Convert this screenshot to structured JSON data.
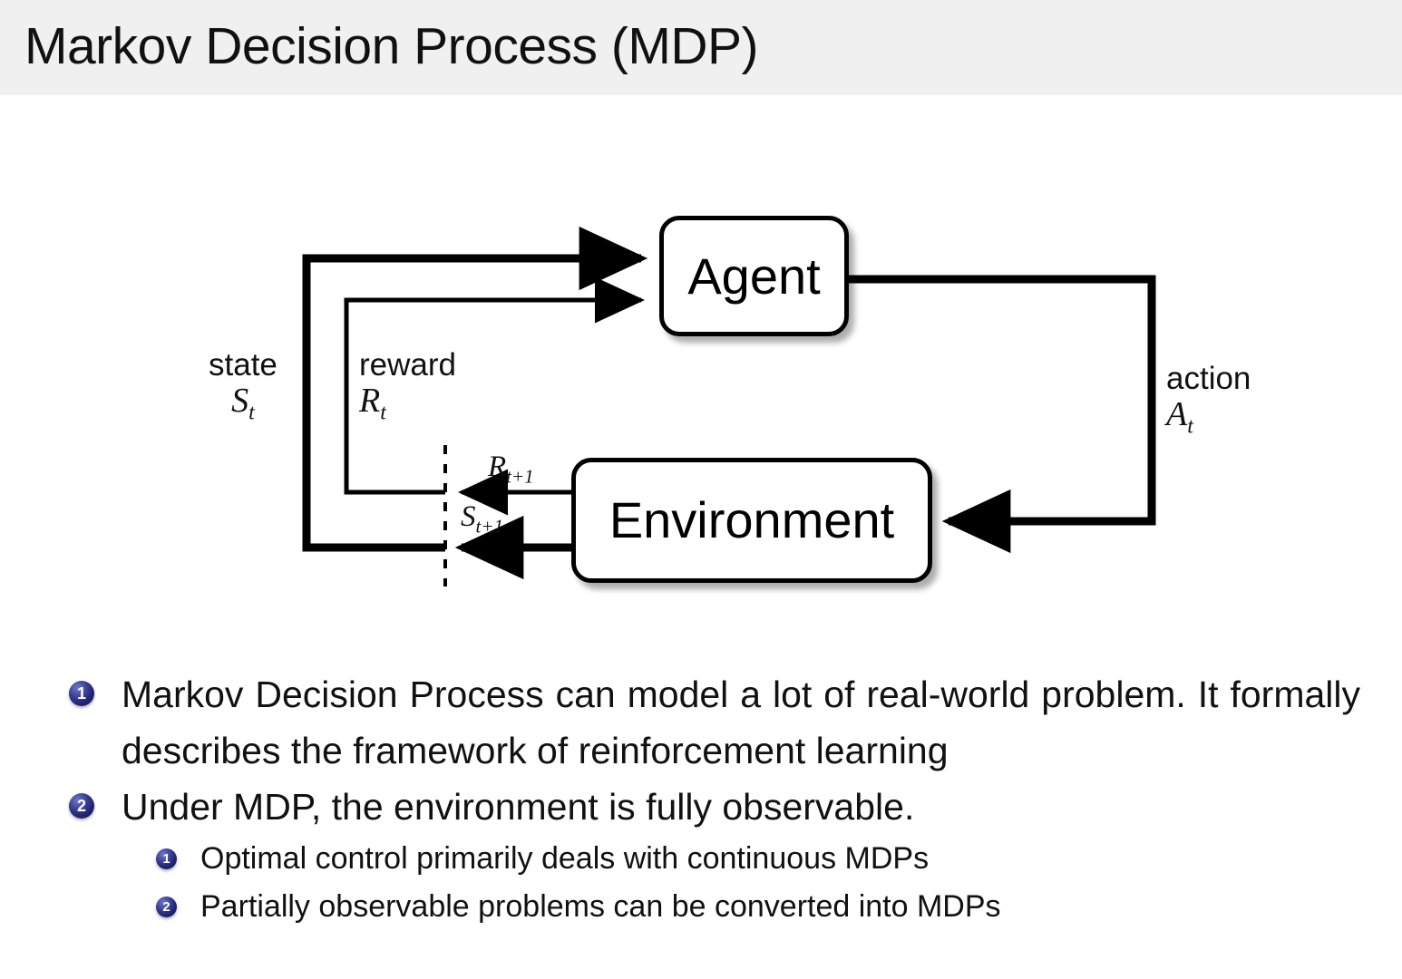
{
  "slide": {
    "title": "Markov Decision Process (MDP)",
    "header_bg": "#f0f0f0",
    "accent_color": "#1f2270"
  },
  "diagram": {
    "name": "agent-environment-interaction-loop",
    "nodes": [
      {
        "id": "agent",
        "label": "Agent"
      },
      {
        "id": "environment",
        "label": "Environment"
      }
    ],
    "labels": {
      "state_word": "state",
      "state_symbol": "S",
      "state_subscript": "t",
      "reward_word": "reward",
      "reward_symbol": "R",
      "reward_subscript": "t",
      "action_word": "action",
      "action_symbol": "A",
      "action_subscript": "t",
      "reward_next_symbol": "R",
      "reward_next_subscript": "t+1",
      "state_next_symbol": "S",
      "state_next_subscript": "t+1"
    }
  },
  "bullets": [
    {
      "marker": "1",
      "level": 1,
      "text": "Markov Decision Process can model a lot of real-world problem. It formally describes the framework of reinforcement learning"
    },
    {
      "marker": "2",
      "level": 1,
      "text": "Under MDP, the environment is fully observable."
    },
    {
      "marker": "1",
      "level": 2,
      "text": "Optimal control primarily deals with continuous MDPs"
    },
    {
      "marker": "2",
      "level": 2,
      "text": "Partially observable problems can be converted into MDPs"
    }
  ]
}
